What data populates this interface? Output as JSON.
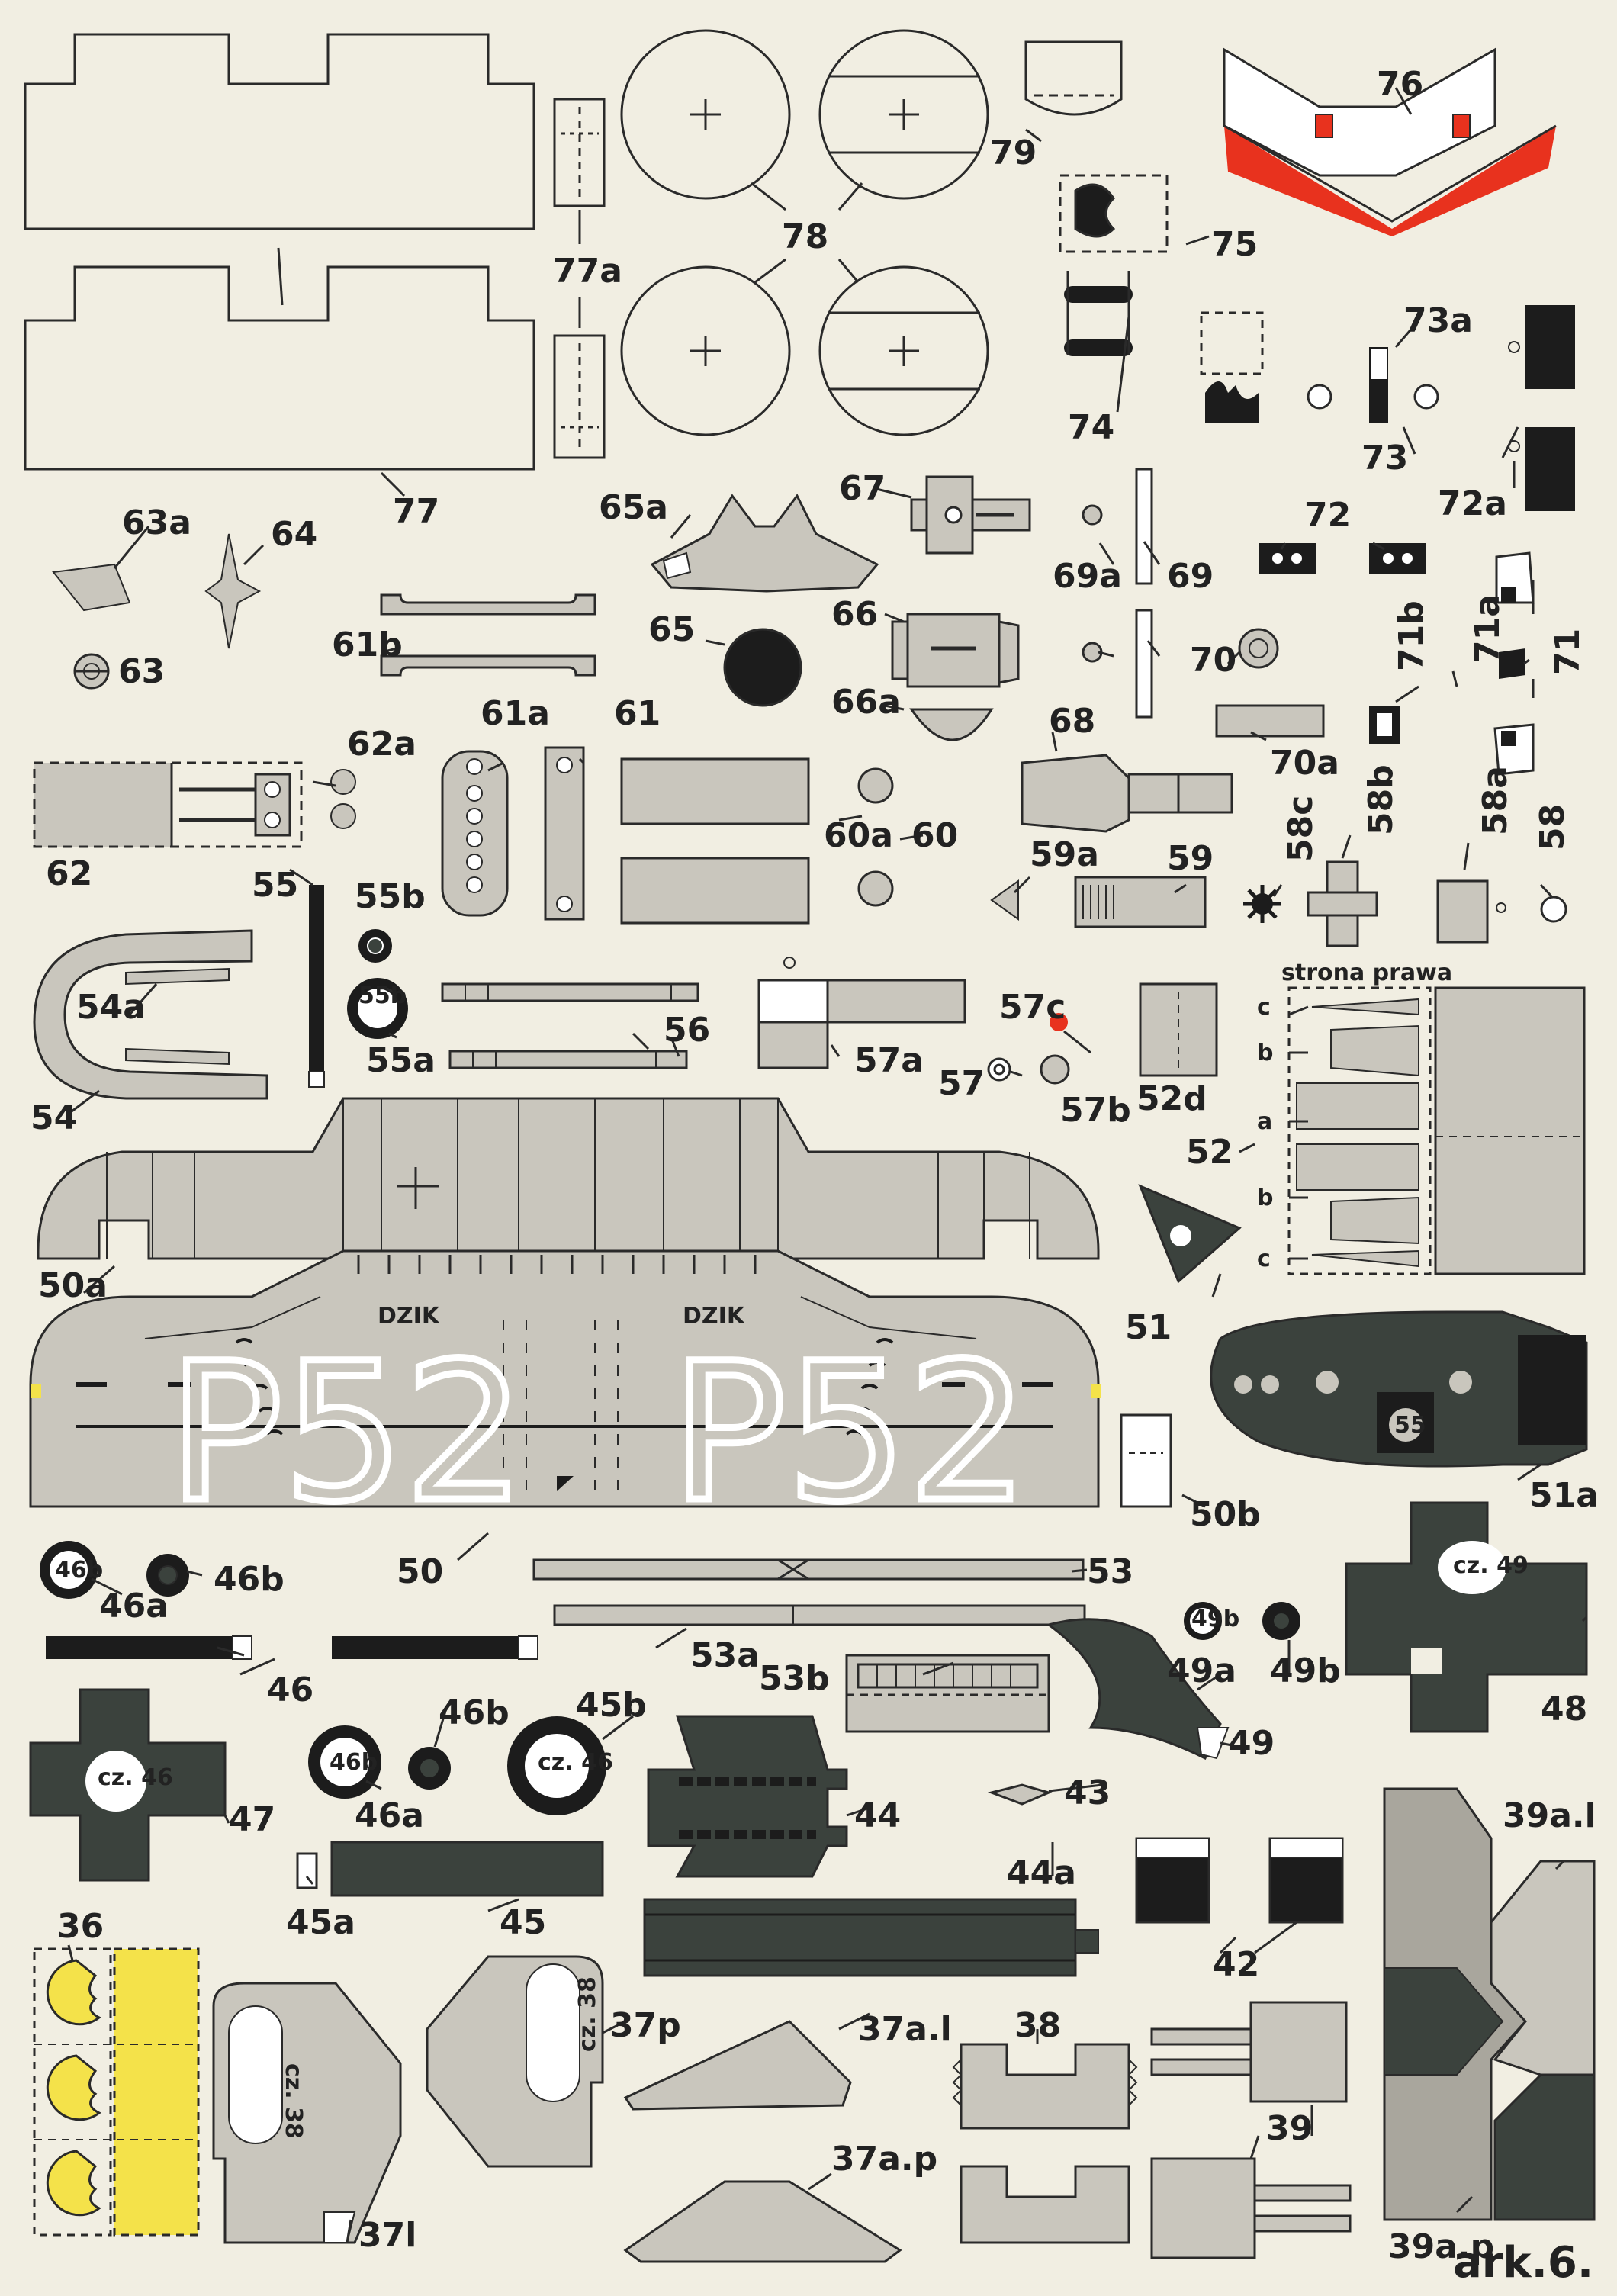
{
  "sheet_mark": "ark.6.",
  "annotations": {
    "side_header": "strona prawa",
    "side_letters": [
      "c",
      "b",
      "a",
      "b",
      "c"
    ]
  },
  "markings": {
    "registration": "P52",
    "name": "DZIK",
    "part_text_46": "cz. 46",
    "part_text_49": "cz. 49",
    "part_text_38": "cz. 38",
    "part_text_55": "55",
    "part_text_55b": "55b",
    "part_text_46b": "46b",
    "part_text_49b": "49b",
    "part_text_71b": "71b"
  },
  "part_labels": {
    "p36": "36",
    "p37l": "37l",
    "p37p": "37p",
    "p37al": "37a.l",
    "p37ap": "37a.p",
    "p38": "38",
    "p39": "39",
    "p39al": "39a.l",
    "p39ap": "39a.p",
    "p42": "42",
    "p43": "43",
    "p44": "44",
    "p44a": "44a",
    "p45": "45",
    "p45a": "45a",
    "p45b": "45b",
    "p46": "46",
    "p46a_top": "46a",
    "p46b_top": "46b",
    "p46a_mid": "46a",
    "p46b_mid": "46b",
    "p47": "47",
    "p48": "48",
    "p49": "49",
    "p49a": "49a",
    "p49b": "49b",
    "p50": "50",
    "p50a": "50a",
    "p50b": "50b",
    "p51": "51",
    "p51a": "51a",
    "p52": "52",
    "p52d": "52d",
    "p53": "53",
    "p53a": "53a",
    "p53b": "53b",
    "p54": "54",
    "p54a": "54a",
    "p55": "55",
    "p55a": "55a",
    "p55b": "55b",
    "p56": "56",
    "p57": "57",
    "p57a": "57a",
    "p57b": "57b",
    "p57c": "57c",
    "p58": "58",
    "p58a": "58a",
    "p58b": "58b",
    "p58c": "58c",
    "p59": "59",
    "p59a": "59a",
    "p60": "60",
    "p60a": "60a",
    "p61": "61",
    "p61a": "61a",
    "p61b": "61b",
    "p62": "62",
    "p62a": "62a",
    "p63": "63",
    "p63a": "63a",
    "p64": "64",
    "p65": "65",
    "p65a": "65a",
    "p66": "66",
    "p66a": "66a",
    "p67": "67",
    "p68": "68",
    "p69": "69",
    "p69a": "69a",
    "p70": "70",
    "p70a": "70a",
    "p71": "71",
    "p71a": "71a",
    "p71b": "71b",
    "p72": "72",
    "p72a": "72a",
    "p73": "73",
    "p73a": "73a",
    "p74": "74",
    "p75": "75",
    "p76": "76",
    "p77": "77",
    "p77a": "77a",
    "p78": "78",
    "p79": "79"
  },
  "colors": {
    "paper": "#f1eee2",
    "light_gray": "#c9c6bd",
    "mid_gray": "#a9a69d",
    "dark_gray": "#3b423d",
    "black": "#1c1c1c",
    "red": "#e8321e",
    "yellow": "#f4e24a",
    "line": "#2a2a2a",
    "white": "#ffffff"
  }
}
